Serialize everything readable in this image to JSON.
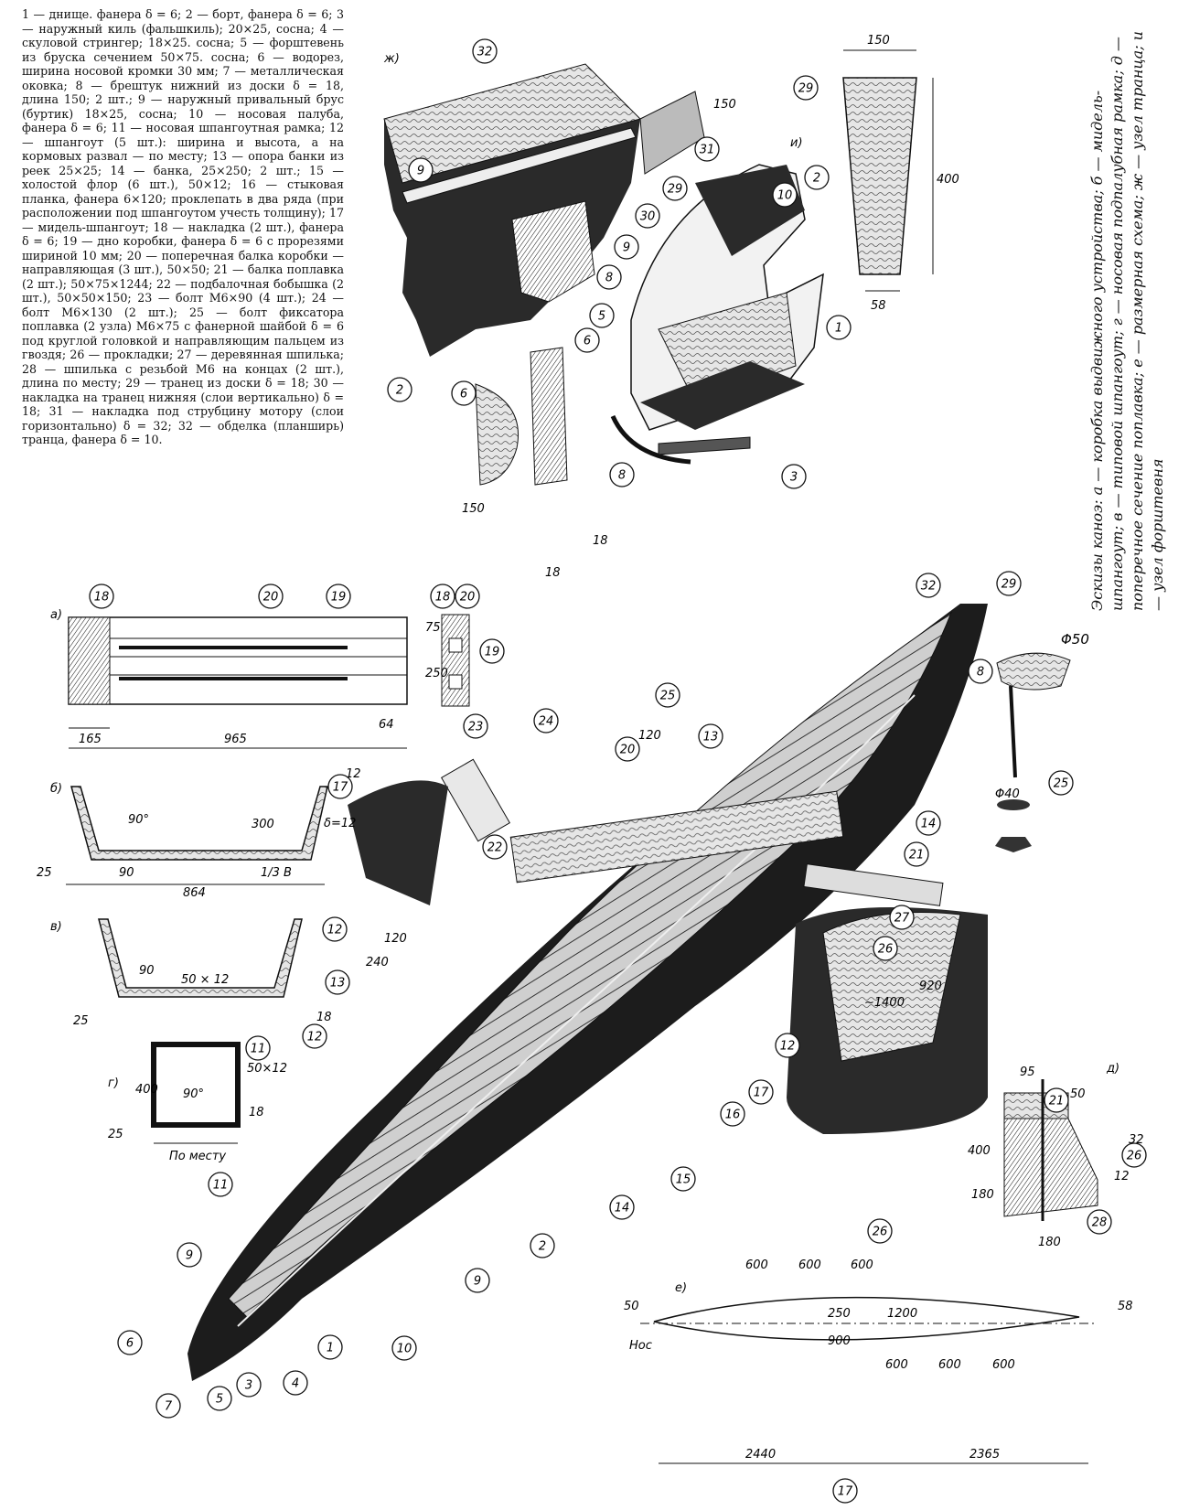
{
  "legend": "1 — днище. фанера δ = 6;  2 — борт, фанера δ = 6;  3 — наружный киль (фальшкиль); 20×25, сосна;  4 — скуловой стрингер; 18×25. сосна;  5 — форштевень из бруска сечением 50×75. сосна;  6 — водорез, ширина носовой кромки 30 мм;  7 — металлическая оковка;  8 — брештук нижний из доски δ = 18, длина 150; 2 шт.;  9 — наружный привальный брус (буртик) 18×25, сосна;  10 — носовая палуба, фанера δ = 6;  11 — носовая шпангоутная рамка;  12 — шпангоут (5 шт.): ширина и высота, а на кормовых развал — по месту;  13 — опора банки из реек 25×25;  14 — банка, 25×250; 2 шт.;  15 — холостой флор (6 шт.), 50×12;  16 — стыковая планка, фанера 6×120; проклепать в два ряда (при расположении под шпангоутом учесть толщину);  17 — мидель-шпангоут;  18 — накладка (2 шт.), фанера δ = 6;  19 — дно коробки, фанера δ = 6 с прорезями шириной 10 мм;  20 — поперечная балка коробки — направляющая (3 шт.), 50×50;  21 — балка поплавка (2 шт.); 50×75×1244;  22 — подбалочная бобышка (2 шт.), 50×50×150;  23 — болт М6×90 (4 шт.);  24 — болт М6×130 (2 шт.);  25 — болт фиксатора поплавка (2 узла) М6×75 с фанерной шайбой δ = 6 под круглой головкой и направляющим пальцем из гвоздя;  26 — прокладки;  27 — деревянная шпилька;  28 — шпилька с резьбой М6 на концах (2 шт.), длина по месту;  29 — транец из доски δ = 18;  30 — накладка на транец нижняя (слои вертикально) δ = 18;  31 — накладка под струбцину мотору (слои горизонтально) δ = 32;  32 — обделка (планширь) транца, фанера δ = 10.",
  "caption": "Эскизы каноэ: а — коробка выдвижного устройства; б — мидель-шпангоут; в — типовой шпангоут; г — носовая подпалубная рамка; д — поперечное сечение поплавка; е — размерная схема; ж — узел транца; и — узел форштевня",
  "colors": {
    "ink": "#111111",
    "hull": "#1c1c1c",
    "wood": "#d8d8d8",
    "paper": "#ffffff"
  },
  "view_labels": {
    "a": "а)",
    "b": "б)",
    "v": "в)",
    "g": "г)",
    "d": "д)",
    "e": "е)",
    "zh": "ж)",
    "i": "и)"
  },
  "dims": {
    "a": [
      "165",
      "965",
      "64",
      "75",
      "250"
    ],
    "b": [
      "90°",
      "300",
      "12",
      "δ=12",
      "25",
      "90",
      "864",
      "1/3 B"
    ],
    "v": [
      "90",
      "50 × 12",
      "25",
      "18"
    ],
    "g": [
      "400",
      "90°",
      "50×12",
      "25",
      "18",
      "По месту"
    ],
    "zh": [
      "150"
    ],
    "tr": [
      "150",
      "400",
      "58"
    ],
    "i": [
      "150",
      "18",
      "18"
    ],
    "main": [
      "120",
      "120",
      "240",
      "~1400",
      "920"
    ],
    "bolt": [
      "Φ50",
      "Φ40"
    ],
    "d": [
      "95",
      "50",
      "32",
      "12",
      "180",
      "400",
      "180"
    ],
    "e": [
      "600",
      "600",
      "600",
      "50",
      "250",
      "1200",
      "58",
      "900",
      "Нос",
      "600",
      "600",
      "600",
      "2440",
      "2365"
    ]
  },
  "callouts": {
    "zh": [
      "32",
      "9",
      "31",
      "29",
      "30",
      "8",
      "2"
    ],
    "i": [
      "10",
      "2",
      "9",
      "5",
      "6",
      "1",
      "8",
      "3",
      "6",
      "29"
    ],
    "a": [
      "18",
      "20",
      "19",
      "18",
      "20",
      "19"
    ],
    "b": [
      "17"
    ],
    "v": [
      "12"
    ],
    "g": [
      "11"
    ],
    "main": [
      "32",
      "29",
      "8",
      "25",
      "24",
      "23",
      "13",
      "20",
      "14",
      "22",
      "21",
      "27",
      "26",
      "13",
      "12",
      "11",
      "9",
      "6",
      "7",
      "5",
      "3",
      "4",
      "1",
      "10",
      "9",
      "2",
      "14",
      "15",
      "16",
      "17",
      "12"
    ],
    "bolt": [
      "25"
    ],
    "d": [
      "21",
      "26",
      "28",
      "26"
    ],
    "e": [
      "17"
    ]
  }
}
